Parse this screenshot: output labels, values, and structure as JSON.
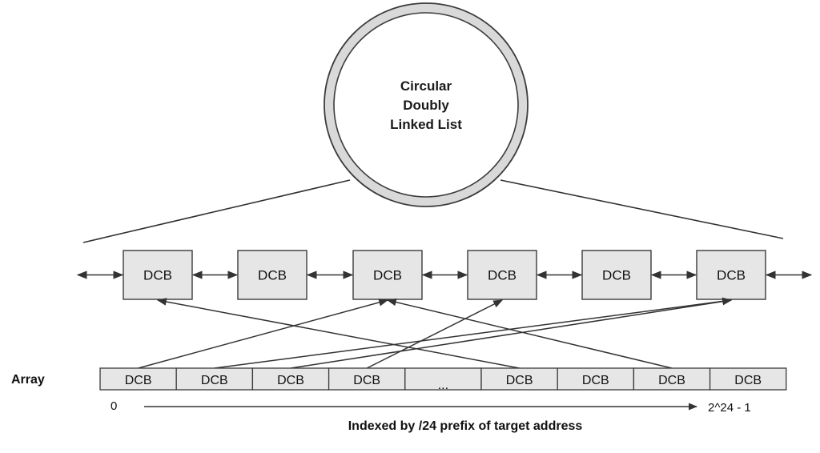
{
  "circle": {
    "lines": [
      "Circular",
      "Doubly",
      "Linked List"
    ]
  },
  "list_nodes": [
    {
      "label": "DCB"
    },
    {
      "label": "DCB"
    },
    {
      "label": "DCB"
    },
    {
      "label": "DCB"
    },
    {
      "label": "DCB"
    },
    {
      "label": "DCB"
    }
  ],
  "array": {
    "label": "Array",
    "cells": [
      "DCB",
      "DCB",
      "DCB",
      "DCB",
      "...",
      "DCB",
      "DCB",
      "DCB",
      "DCB"
    ],
    "index_start": "0",
    "index_end": "2^24 - 1",
    "caption": "Indexed by /24 prefix of target address"
  },
  "pointers": [
    {
      "from_cell": 0,
      "to_node": 2
    },
    {
      "from_cell": 1,
      "to_node": 5
    },
    {
      "from_cell": 2,
      "to_node": 5
    },
    {
      "from_cell": 3,
      "to_node": 3
    },
    {
      "from_cell": 5,
      "to_node": 0
    },
    {
      "from_cell": 7,
      "to_node": 2
    }
  ],
  "colors": {
    "box_fill": "#e6e6e6",
    "stroke": "#3a3a3a",
    "ring": "#d9d9d9"
  }
}
